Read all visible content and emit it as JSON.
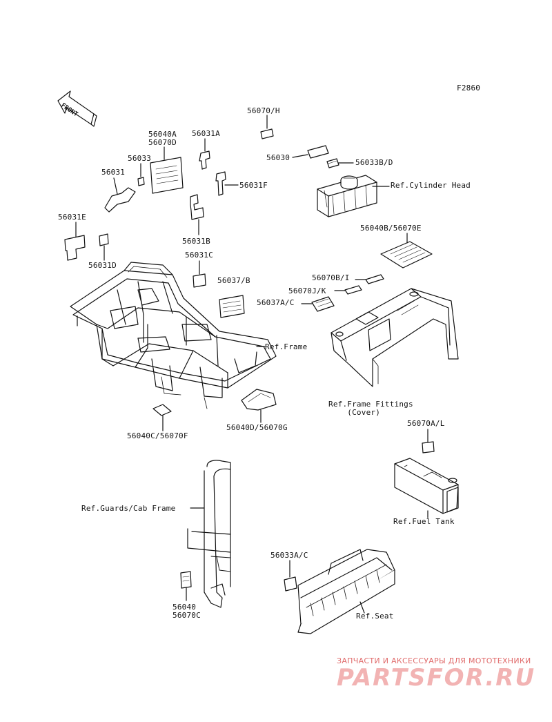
{
  "figure_code": "F2860",
  "front_label": "FRONT",
  "part_labels": {
    "p56070H": "56070/H",
    "p56040A": "56040A\n56070D",
    "p56031A": "56031A",
    "p56033": "56033",
    "p56031": "56031",
    "p56030": "56030",
    "p56033BD": "56033B/D",
    "p56031F": "56031F",
    "p56031E": "56031E",
    "p56031B": "56031B",
    "p56031C": "56031C",
    "p56031D": "56031D",
    "p56040B": "56040B/56070E",
    "p56037B": "56037/B",
    "p56070BI": "56070B/I",
    "p56070JK": "56070J/K",
    "p56037AC": "56037A/C",
    "p56040C": "56040C/56070F",
    "p56040D": "56040D/56070G",
    "p56070AL": "56070A/L",
    "p56033AC": "56033A/C",
    "p56040": "56040\n56070C"
  },
  "references": {
    "cylinder_head": "Ref.Cylinder Head",
    "frame": "Ref.Frame",
    "frame_fittings": "Ref.Frame Fittings\n    (Cover)",
    "guards": "Ref.Guards/Cab Frame",
    "fuel_tank": "Ref.Fuel Tank",
    "seat": "Ref.Seat"
  },
  "watermark": {
    "tagline": "ЗАПЧАСТИ И АКСЕССУАРЫ ДЛЯ МОТОТЕХНИКИ",
    "logo": "PARTSFOR.RU"
  }
}
